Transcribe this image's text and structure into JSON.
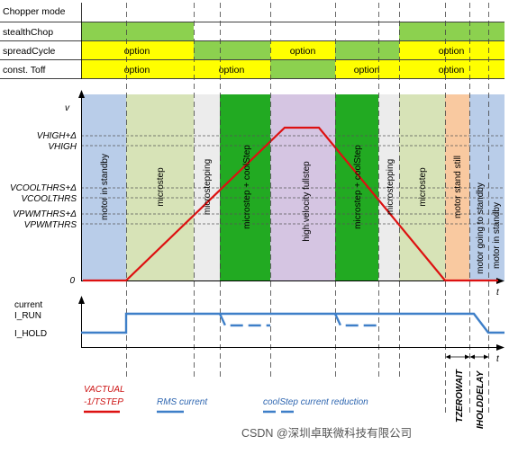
{
  "colors": {
    "green": "#8cd14f",
    "yellow": "#ffff00",
    "blue_phase": "#b9cde9",
    "olive_phase": "#d7e3b7",
    "gray_phase": "#ececec",
    "dark_green_phase": "#22aa22",
    "purple_phase": "#d5c5e2",
    "peach_phase": "#f9c9a0",
    "velocity_line": "#dd1111",
    "current_line": "#3e7fc8"
  },
  "modes": {
    "row_labels": [
      "Chopper mode",
      "stealthChop",
      "spreadCycle",
      "const. Toff"
    ],
    "option_label": "option"
  },
  "velocity_axis": {
    "y_label": "v",
    "x_label": "t",
    "levels": [
      "VHIGH+Δ",
      "VHIGH",
      "VCOOLTHRS+Δ",
      "VCOOLTHRS",
      "VPWMTHRS+Δ",
      "VPWMTHRS",
      "0"
    ]
  },
  "phases": [
    "motor in standby",
    "microstep",
    "microstepping",
    "microstep + coolStep",
    "high velocity fullstep",
    "microstep + coolStep",
    "microstepping",
    "microstep",
    "motor stand still",
    "motor going to standby",
    "motor in standby"
  ],
  "current_axis": {
    "title": "current",
    "levels": [
      "I_RUN",
      "I_HOLD"
    ],
    "x_label": "t"
  },
  "timing": {
    "zerowait": "TZEROWAIT",
    "holddelay": "IHOLDDELAY"
  },
  "legend": {
    "velocity": [
      "VACTUAL",
      "-1/TSTEP"
    ],
    "rms": "RMS current",
    "coolstep": "coolStep current reduction"
  },
  "watermark": "CSDN @深圳卓联微科技有限公司"
}
